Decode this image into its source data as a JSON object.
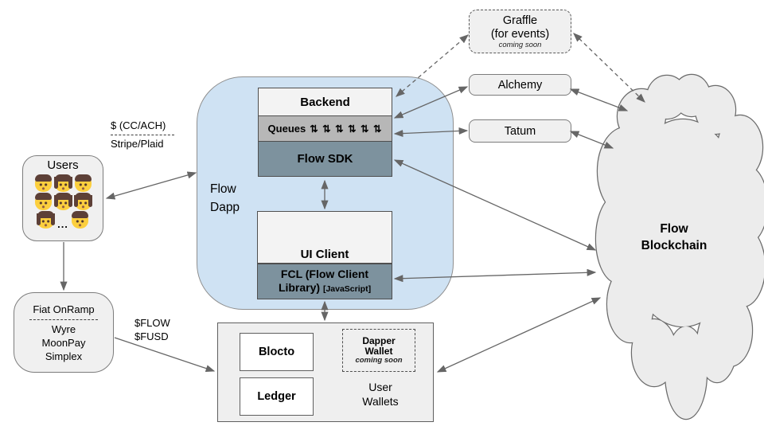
{
  "diagram": {
    "users": {
      "title": "Users",
      "dots": "...",
      "face_rows": [
        [
          "man",
          "woman",
          "man"
        ],
        [
          "man",
          "woman",
          "woman"
        ],
        [
          "woman",
          "dots",
          "man"
        ]
      ]
    },
    "fiat_onramp": {
      "title": "Fiat OnRamp",
      "providers": [
        "Wyre",
        "MoonPay",
        "Simplex"
      ]
    },
    "edge_labels": {
      "payment": "$ (CC/ACH)",
      "processors": "Stripe/Plaid",
      "flow_token": "$FLOW",
      "fusd_token": "$FUSD"
    },
    "flow_dapp": {
      "label_line1": "Flow",
      "label_line2": "Dapp",
      "backend": "Backend",
      "queues_label": "Queues",
      "queue_icons": "⇅ ⇅ ⇅ ⇅ ⇅ ⇅",
      "flow_sdk": "Flow SDK",
      "ui_client": "UI Client",
      "fcl_label": "FCL (Flow Client Library)",
      "fcl_sub": "[JavaScript]"
    },
    "graffle": {
      "name": "Graffle",
      "subtitle": "(for events)",
      "note": "coming soon"
    },
    "services": {
      "alchemy": "Alchemy",
      "tatum": "Tatum"
    },
    "cloud": {
      "line1": "Flow",
      "line2": "Blockchain"
    },
    "user_wallets": {
      "blocto": "Blocto",
      "ledger": "Ledger",
      "dapper_line1": "Dapper",
      "dapper_line2": "Wallet",
      "dapper_note": "coming soon",
      "label_line1": "User",
      "label_line2": "Wallets"
    }
  },
  "colors": {
    "dapp_fill": "#cfe2f3",
    "slate_fill": "#7d929e",
    "queue_fill": "#b7b7b7",
    "panel_fill": "#f0f0f0",
    "cloud_fill": "#ececec",
    "arrow": "#666666"
  }
}
